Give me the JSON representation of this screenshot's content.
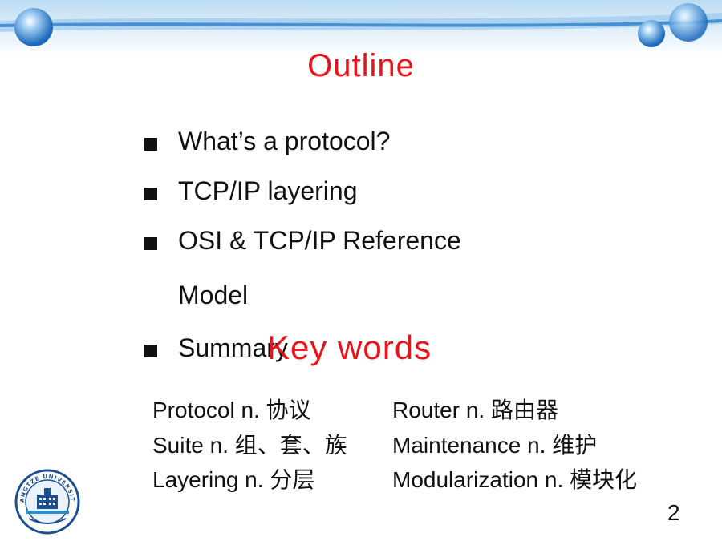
{
  "slide": {
    "title": "Outline",
    "bullets": [
      "What’s a protocol?",
      "TCP/IP layering",
      "OSI & TCP/IP Reference",
      "Summary"
    ],
    "bullet_continuation": "Model",
    "keywords_title": "Key words",
    "keywords": [
      {
        "term": "Protocol  n.",
        "meaning": "协议"
      },
      {
        "term": "Suite n.",
        "meaning": "组、套、族"
      },
      {
        "term": "Layering n.",
        "meaning": "分层"
      },
      {
        "term": "Router  n.",
        "meaning": "路由器"
      },
      {
        "term": "Maintenance n.",
        "meaning": "维护"
      },
      {
        "term": "Modularization n.",
        "meaning": "模块化"
      }
    ],
    "page_number": "2",
    "logo_text": "YANGTZE UNIVERSITY"
  },
  "colors": {
    "title": "#e8141b",
    "banner_light": "#d7ecfa",
    "banner_dark": "#1e6fc0"
  }
}
